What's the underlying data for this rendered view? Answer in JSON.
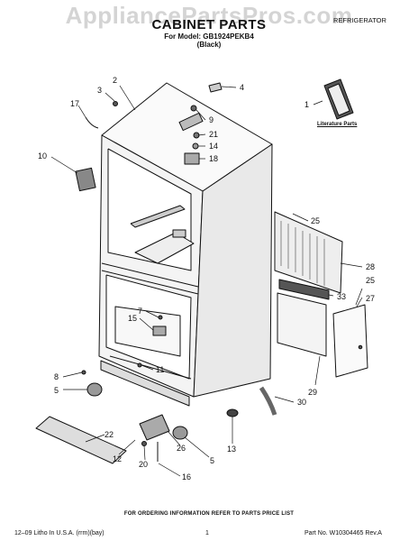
{
  "watermark": "AppliancePartsPros.com",
  "header": {
    "title": "CABINET PARTS",
    "model": "For Model: GB1924PEKB4",
    "color": "(Black)",
    "category": "REFRIGERATOR"
  },
  "literature_label": "Literature Parts",
  "callouts": [
    "1",
    "2",
    "3",
    "4",
    "5",
    "5",
    "7",
    "8",
    "9",
    "10",
    "11",
    "12",
    "13",
    "14",
    "15",
    "16",
    "17",
    "18",
    "20",
    "21",
    "22",
    "25",
    "25",
    "26",
    "27",
    "28",
    "29",
    "30",
    "33"
  ],
  "footer": {
    "order_note": "FOR ORDERING INFORMATION REFER TO PARTS PRICE LIST",
    "left": "12–09 Litho In U.S.A. (rrm)(bay)",
    "page": "1",
    "right": "Part No. W10304465 Rev.A"
  }
}
